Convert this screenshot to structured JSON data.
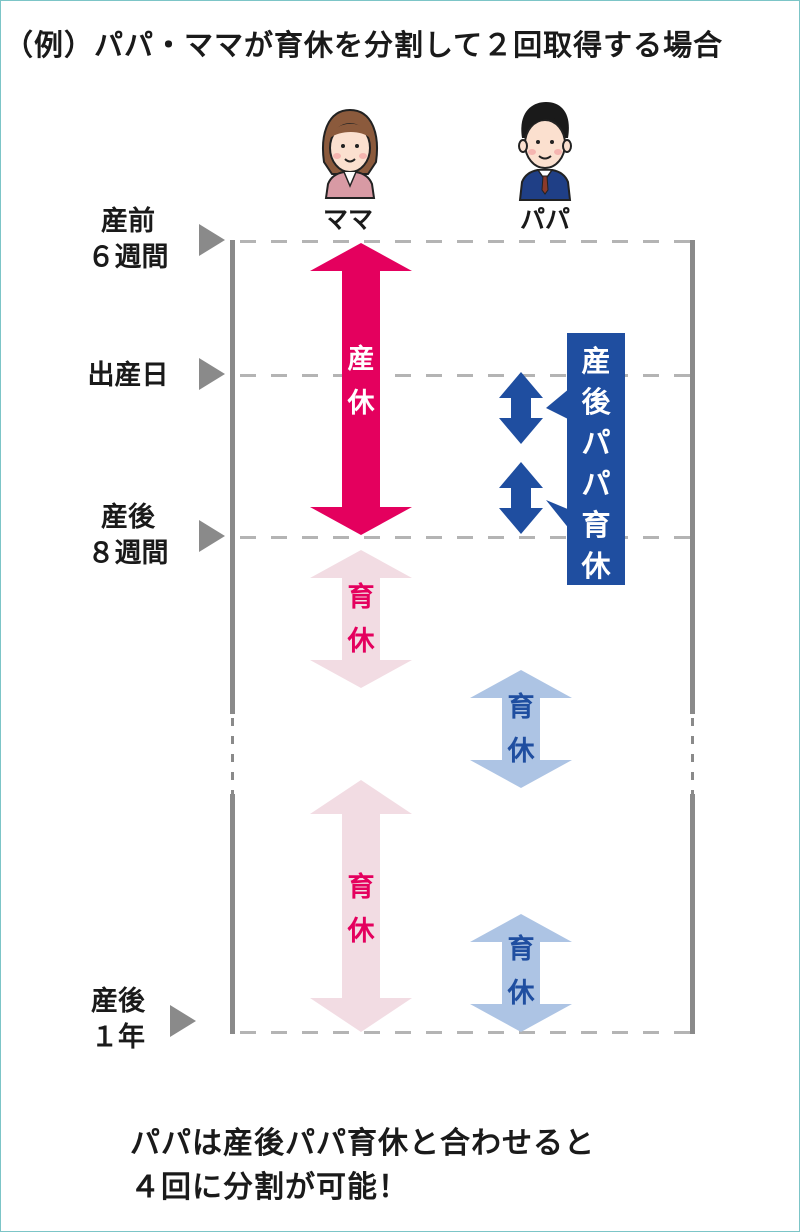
{
  "title": "（例）パパ・ママが育休を分割して２回取得する場合",
  "people": {
    "mama": {
      "label": "ママ",
      "icon": "mama-avatar-icon"
    },
    "papa": {
      "label": "パパ",
      "icon": "papa-avatar-icon"
    }
  },
  "timeline": [
    {
      "line1": "産前",
      "line2": "６週間"
    },
    {
      "line1": "出産日",
      "line2": ""
    },
    {
      "line1": "産後",
      "line2": "８週間"
    },
    {
      "line1": "産後",
      "line2": "１年"
    }
  ],
  "mama_bars": [
    {
      "label1": "産",
      "label2": "休",
      "type": "maternity-leave"
    },
    {
      "label1": "育",
      "label2": "休",
      "type": "childcare-leave-1"
    },
    {
      "label1": "育",
      "label2": "休",
      "type": "childcare-leave-2"
    }
  ],
  "papa_bars": [
    {
      "label1": "育",
      "label2": "休",
      "type": "childcare-leave-1"
    },
    {
      "label1": "育",
      "label2": "休",
      "type": "childcare-leave-2"
    }
  ],
  "papa_postnatal_box": {
    "chars": [
      "産",
      "後",
      "パ",
      "パ",
      "育",
      "休"
    ]
  },
  "footer": {
    "line1": "パパは産後パパ育休と合わせると",
    "line2": "４回に分割が可能！"
  },
  "colors": {
    "maternity": "#e4005e",
    "mama_childcare": "#f2dce3",
    "mama_text": "#e4005e",
    "papa_postnatal": "#1f4ea0",
    "papa_childcare": "#adc4e4",
    "papa_text": "#1f4ea0",
    "axis": "#8a8a8a",
    "frame": "#7cc5c7"
  }
}
